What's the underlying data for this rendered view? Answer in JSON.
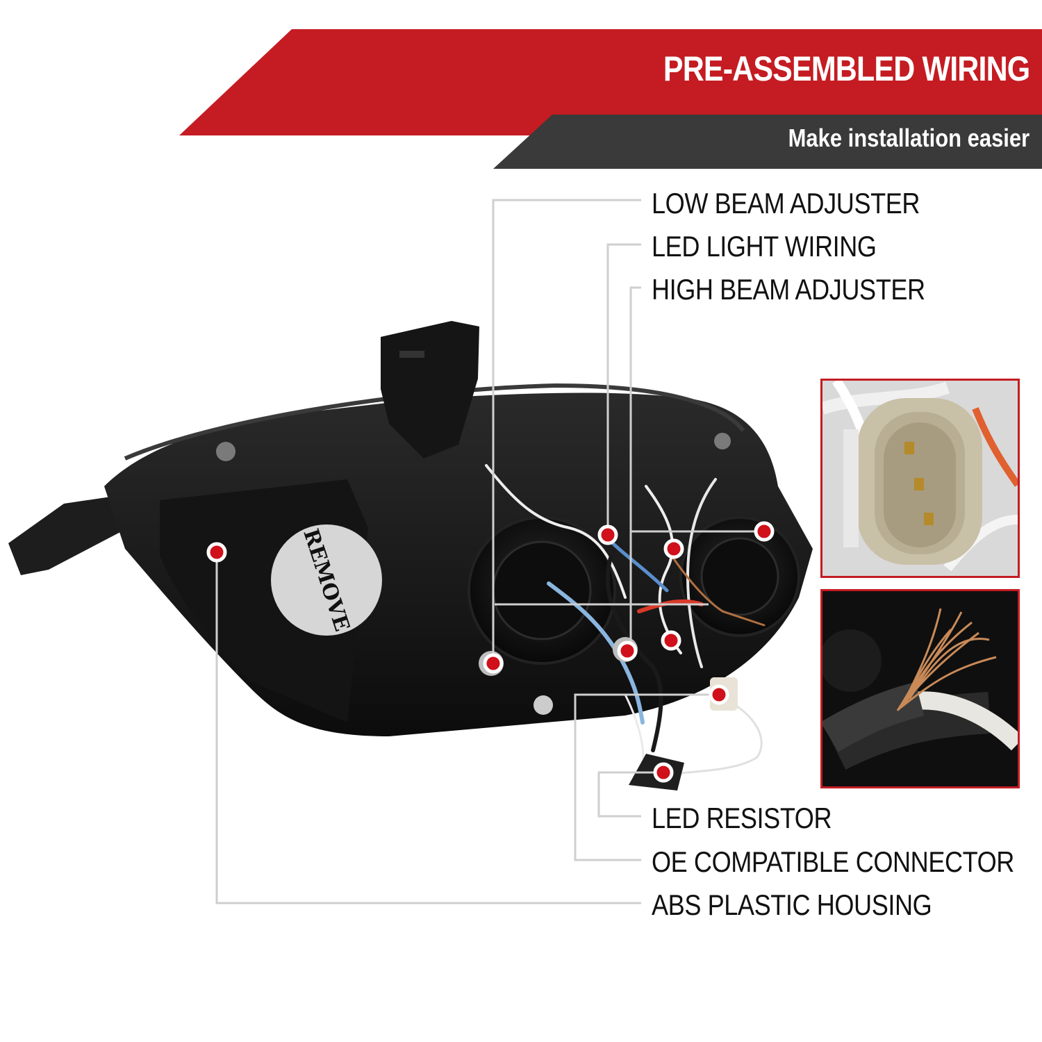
{
  "header": {
    "title": "PRE-ASSEMBLED WIRING",
    "subtitle": "Make installation easier"
  },
  "callouts_top": [
    {
      "label": "LOW BEAM ADJUSTER"
    },
    {
      "label": "LED LIGHT WIRING"
    },
    {
      "label": "HIGH BEAM ADJUSTER"
    }
  ],
  "callouts_bottom": [
    {
      "label": "LED RESISTOR"
    },
    {
      "label": "OE COMPATIBLE CONNECTOR"
    },
    {
      "label": "ABS PLASTIC HOUSING"
    }
  ],
  "sticker": {
    "text": "REMOVE"
  },
  "colors": {
    "brand_red": "#c41c22",
    "banner_dark": "#3a3a3a",
    "marker_red": "#d0101a",
    "leader_line": "#cfcfcf"
  },
  "insets": [
    {
      "name": "oe-connector-closeup",
      "icon": "connector-plug-icon"
    },
    {
      "name": "stripped-wire-closeup",
      "icon": "copper-wire-icon"
    }
  ]
}
